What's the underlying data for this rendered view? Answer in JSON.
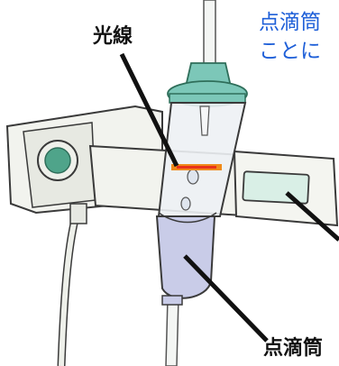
{
  "labels": {
    "light_ray": "光線",
    "drip_chamber": "点滴筒",
    "caption_line1": "点滴筒",
    "caption_line2": "ことに"
  },
  "colors": {
    "text_blue": "#1e5fd8",
    "text_black": "#111111",
    "device_body": "#f2f3ee",
    "device_outline": "#3a3a3a",
    "button_teal": "#4fa48a",
    "display_screen": "#d9efe6",
    "connector_teal": "#7cc7b8",
    "chamber_fill": "#c9cce8",
    "light_beam": "#f08a1a"
  },
  "icons": {
    "sensor_button": "round-button-icon",
    "display": "lcd-display-icon"
  }
}
